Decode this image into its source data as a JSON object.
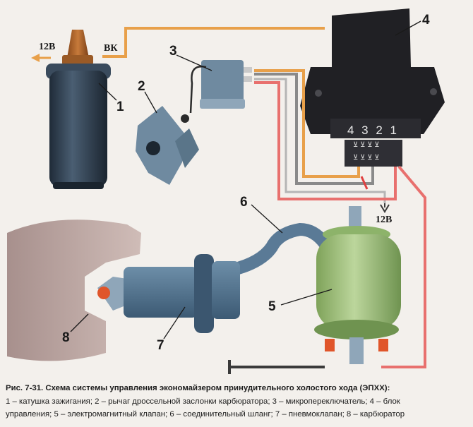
{
  "labels": {
    "n1": "1",
    "n2": "2",
    "n3": "3",
    "n4": "4",
    "n5": "5",
    "n6": "6",
    "n7": "7",
    "n8": "8",
    "v12_left": "12В",
    "bk": "ВК",
    "v12_bottom": "12В",
    "block_pins": "4 3 2 1"
  },
  "caption": {
    "title": "Рис. 7-31. Схема системы управления экономайзером принудительного холостого хода (ЭПХХ):",
    "line2": "1 – катушка зажигания; 2 – рычаг дроссельной заслонки карбюратора; 3 – микропереключатель; 4 – блок",
    "line3": "управления; 5 – электромагнитный клапан; 6 – соединительный шланг; 7 – пневмоклапан; 8 – карбюратор"
  },
  "colors": {
    "wire_orange": "#e8a04a",
    "wire_pink": "#e8706e",
    "wire_gray": "#8a8a8a",
    "coil": "#2a3a4a",
    "block": "#1e1e22",
    "valve_green": "#9fbf7a",
    "pneumo_blue": "#4d6f8c",
    "carb_mauve": "#a8908c"
  }
}
